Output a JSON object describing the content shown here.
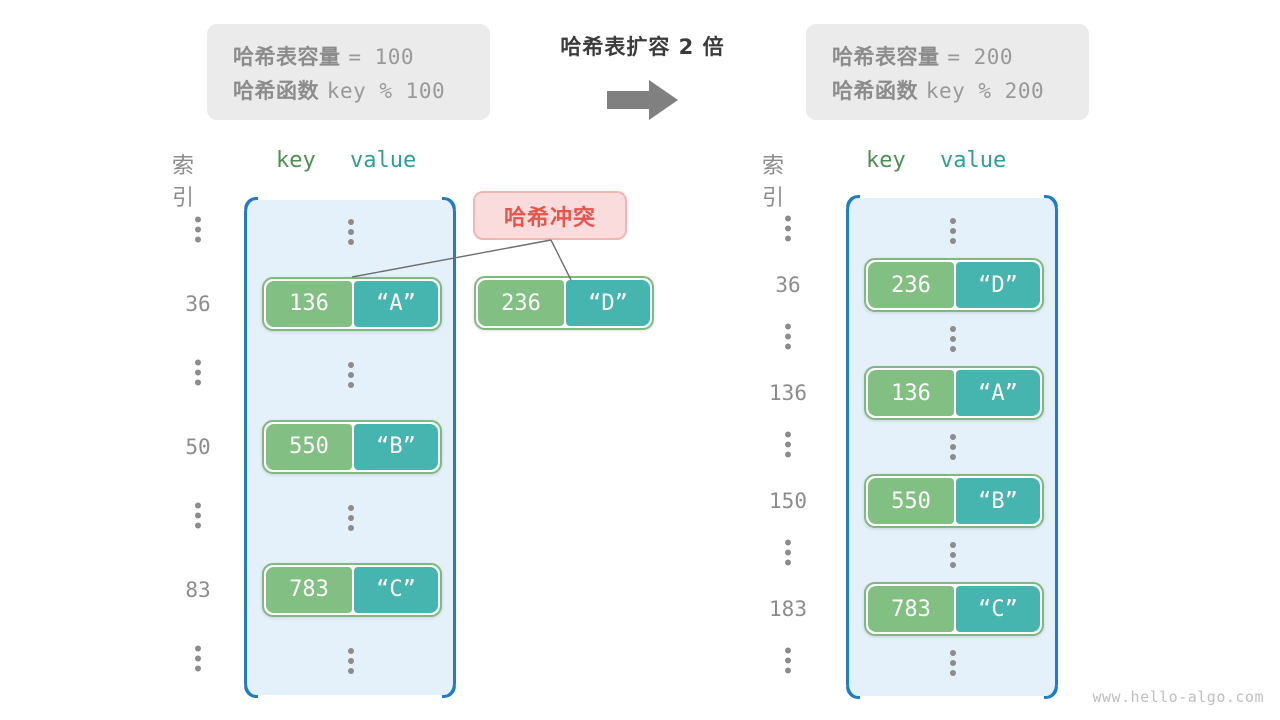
{
  "title": "哈希表扩容 2 倍",
  "colors": {
    "key_cell": "#82bf82",
    "value_cell": "#46b5b0",
    "bucket_bg": "#e4f0fa",
    "bucket_border": "#1f7ec4",
    "badge_bg": "#fbdcdc",
    "badge_text": "#e8554d",
    "info_bg": "#ebebeb",
    "arrow": "#808080"
  },
  "left_info": {
    "capacity_label": "哈希表容量",
    "capacity_value": "= 100",
    "function_label": "哈希函数",
    "function_value": "key % 100"
  },
  "right_info": {
    "capacity_label": "哈希表容量",
    "capacity_value": "= 200",
    "function_label": "哈希函数",
    "function_value": "key % 200"
  },
  "headers": {
    "index": "索引",
    "key": "key",
    "value": "value"
  },
  "collision_badge": "哈希冲突",
  "left_table": {
    "rows": [
      {
        "type": "dots",
        "index": ""
      },
      {
        "type": "pair",
        "index": "36",
        "key": "136",
        "value": "“A”"
      },
      {
        "type": "dots",
        "index": ""
      },
      {
        "type": "pair",
        "index": "50",
        "key": "550",
        "value": "“B”"
      },
      {
        "type": "dots",
        "index": ""
      },
      {
        "type": "pair",
        "index": "83",
        "key": "783",
        "value": "“C”"
      },
      {
        "type": "dots",
        "index": ""
      }
    ]
  },
  "colliding_pair": {
    "key": "236",
    "value": "“D”"
  },
  "right_table": {
    "rows": [
      {
        "type": "dots",
        "index": ""
      },
      {
        "type": "pair",
        "index": "36",
        "key": "236",
        "value": "“D”"
      },
      {
        "type": "dots",
        "index": ""
      },
      {
        "type": "pair",
        "index": "136",
        "key": "136",
        "value": "“A”"
      },
      {
        "type": "dots",
        "index": ""
      },
      {
        "type": "pair",
        "index": "150",
        "key": "550",
        "value": "“B”"
      },
      {
        "type": "dots",
        "index": ""
      },
      {
        "type": "pair",
        "index": "183",
        "key": "783",
        "value": "“C”"
      },
      {
        "type": "dots",
        "index": ""
      }
    ]
  },
  "watermark": "www.hello-algo.com"
}
